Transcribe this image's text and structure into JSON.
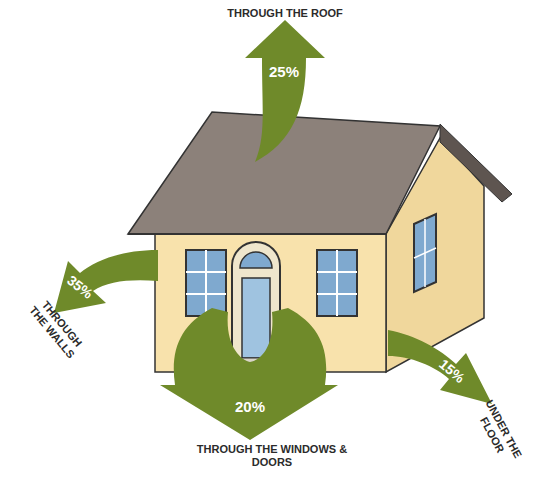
{
  "diagram": {
    "nodes": [
      {
        "text": [
          "25%",
          "THROUGH THE ROOF"
        ]
      },
      {
        "text": [
          "35%",
          "THROUGH THE WALLS"
        ]
      },
      {
        "text": [
          "20%",
          "THROUGH THE WINDOWS & DOORS"
        ]
      },
      {
        "text": [
          "15%",
          "UNDER THE FLOOR"
        ]
      }
    ]
  }
}
